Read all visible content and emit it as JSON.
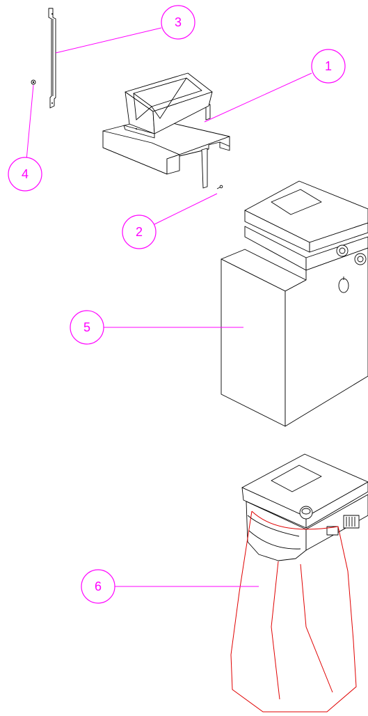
{
  "colors": {
    "callout": "#ff00ff",
    "parts_outline": "#000000",
    "bag": "#e00000",
    "background": "#ffffff"
  },
  "callouts": [
    {
      "id": "1",
      "label": "1"
    },
    {
      "id": "2",
      "label": "2"
    },
    {
      "id": "3",
      "label": "3"
    },
    {
      "id": "4",
      "label": "4"
    },
    {
      "id": "5",
      "label": "5"
    },
    {
      "id": "6",
      "label": "6"
    }
  ]
}
